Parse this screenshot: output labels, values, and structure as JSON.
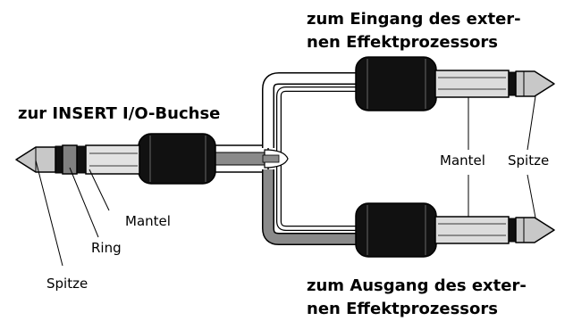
{
  "labels": {
    "insert_jack": "zur INSERT I/O-Buchse",
    "input_line1": "zum Eingang des exter-",
    "input_line2": "nen Effektprozessors",
    "output_line1": "zum Ausgang des exter-",
    "output_line2": "nen Effektprozessors",
    "mantel_left": "Mantel",
    "ring": "Ring",
    "spitze_left": "Spitze",
    "mantel_right": "Mantel",
    "spitze_right": "Spitze"
  },
  "colors": {
    "outline": "#000000",
    "body_black": "#111111",
    "sleeve_light": "#dcdcdc",
    "tip_gray": "#c8c8c8",
    "ring_dark": "#808080",
    "cable_gray": "#8a8a8a",
    "cable_white": "#ffffff",
    "background": "#ffffff"
  }
}
